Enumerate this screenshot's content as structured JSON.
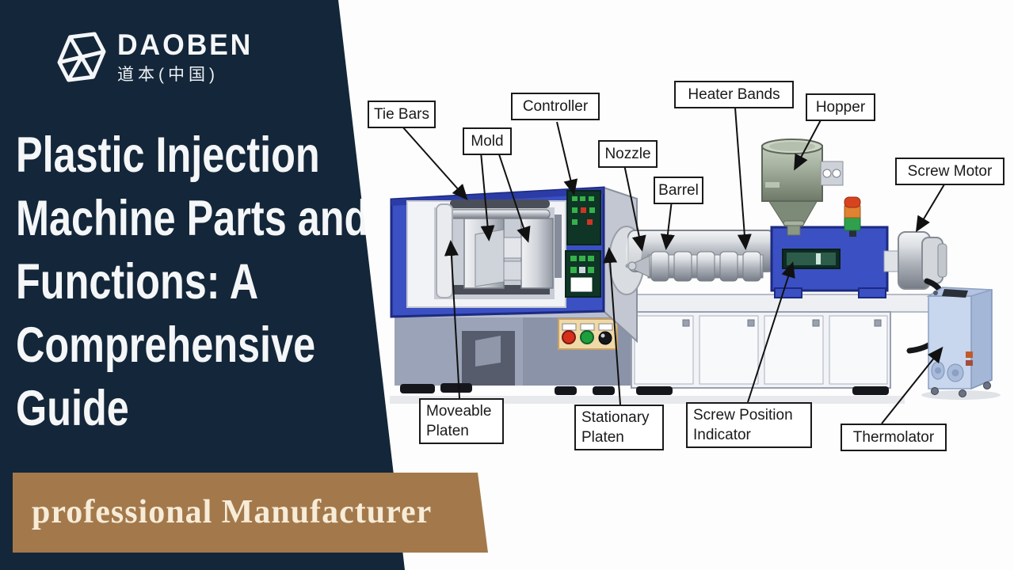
{
  "brand": {
    "name": "DAOBEN",
    "subtitle": "道本(中国)",
    "logo_icon": "hexagon-logo"
  },
  "title": {
    "lines": [
      "Plastic Injection",
      "Machine Parts and",
      "Functions: A",
      "Comprehensive",
      "Guide"
    ]
  },
  "banner": {
    "text": "professional Manufacturer"
  },
  "diagram": {
    "subject": "plastic injection molding machine",
    "labels": [
      {
        "id": "tie-bars",
        "text": "Tie Bars"
      },
      {
        "id": "mold",
        "text": "Mold"
      },
      {
        "id": "controller",
        "text": "Controller"
      },
      {
        "id": "nozzle",
        "text": "Nozzle"
      },
      {
        "id": "barrel",
        "text": "Barrel"
      },
      {
        "id": "heater-bands",
        "text": "Heater Bands"
      },
      {
        "id": "hopper",
        "text": "Hopper"
      },
      {
        "id": "screw-motor",
        "text": "Screw Motor"
      },
      {
        "id": "moveable-platen",
        "text": "Moveable Platen"
      },
      {
        "id": "stationary-platen",
        "text": "Stationary Platen"
      },
      {
        "id": "screw-position-indicator",
        "text": "Screw Position Indicator"
      },
      {
        "id": "thermolator",
        "text": "Thermolator"
      }
    ]
  },
  "colors": {
    "panel_navy": "#142639",
    "banner_brown": "#a3794c",
    "banner_text": "#f7ecd8",
    "machine_blue": "#3b50c3",
    "machine_blue_dark": "#1c2a80",
    "base_gray": "#9aa3b7",
    "hopper_green_gray": "#a9b4a2",
    "stack_light_red": "#d8431f",
    "stack_light_orange": "#e0822f",
    "stack_light_green": "#2fa14c",
    "button_red": "#d6301c",
    "button_green": "#1f9e3e",
    "thermolator_blue": "#c8d6ee"
  }
}
